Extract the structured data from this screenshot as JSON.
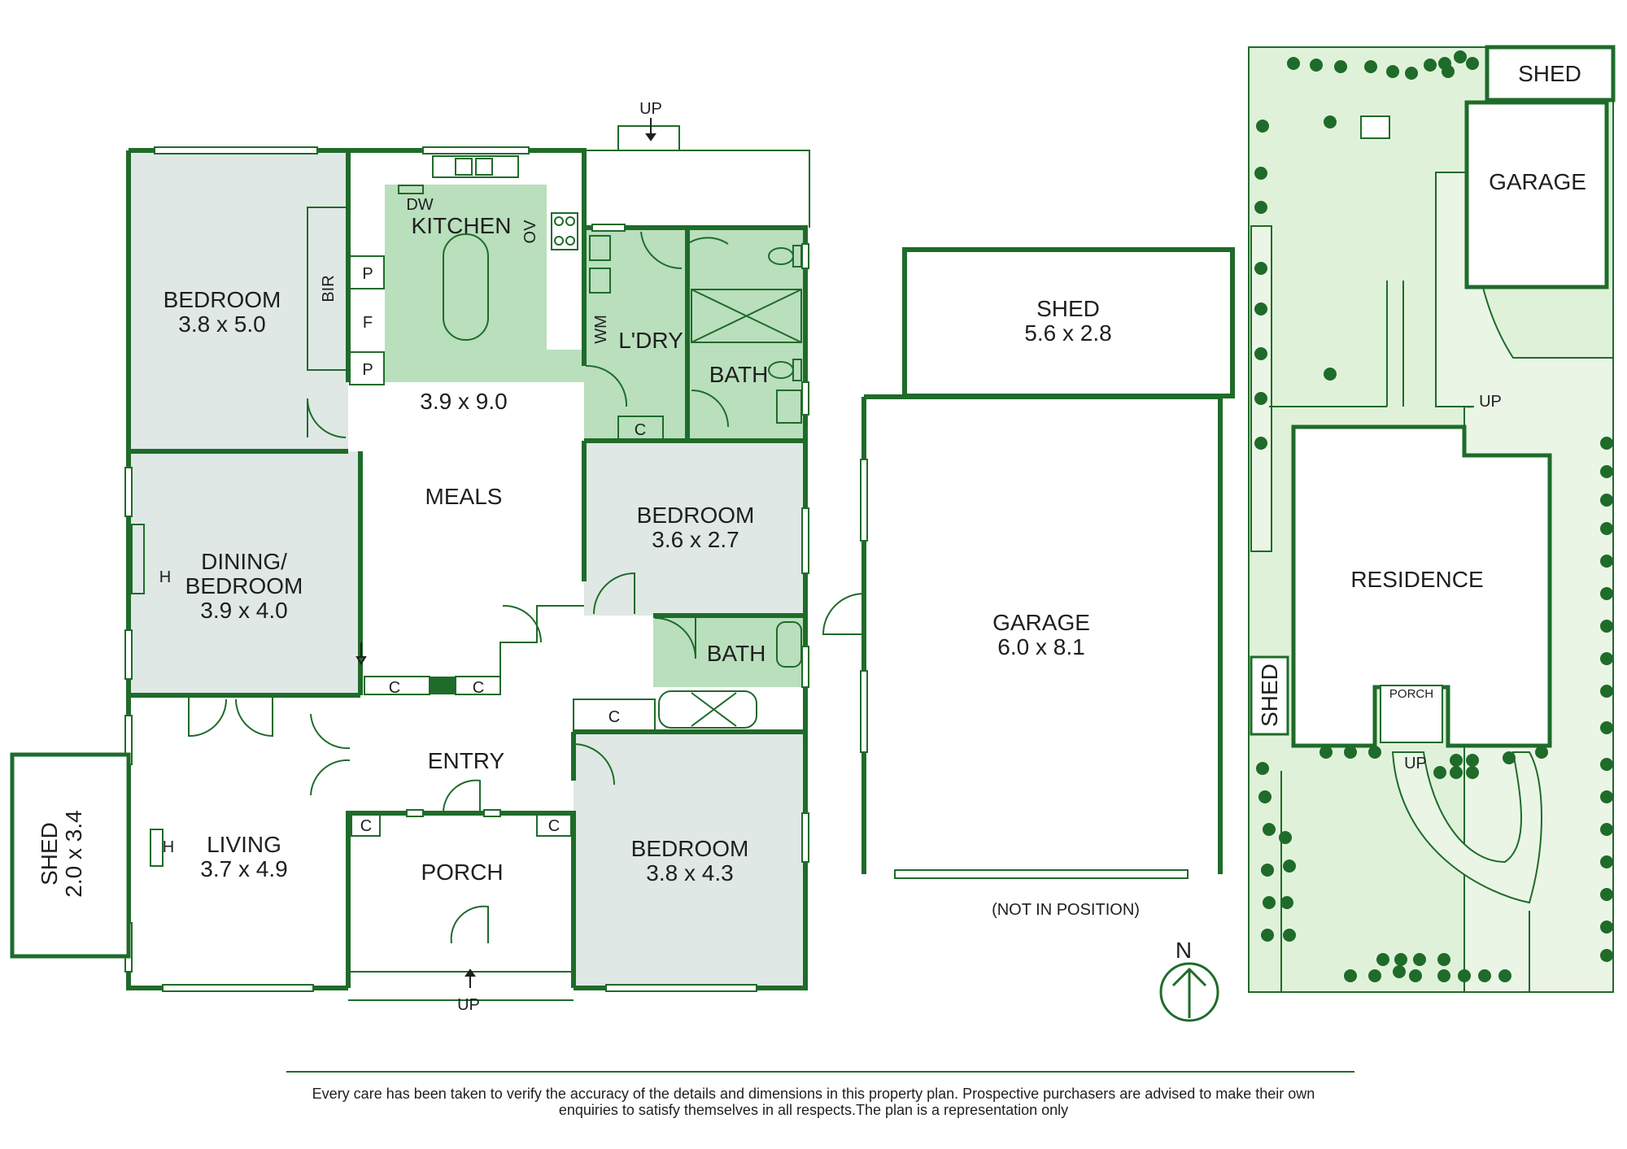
{
  "colors": {
    "wall": "#1f6b2a",
    "room_fill": "#dfe8e4",
    "wet_fill": "#b9dfbc",
    "site_fill": "#dff2d9",
    "tree": "#1f6b2a",
    "line": "#1f6b2a"
  },
  "rooms": {
    "bedroom1": {
      "name": "BEDROOM",
      "size": "3.8 x 5.0"
    },
    "kitchen": {
      "name": "KITCHEN",
      "dw": "DW",
      "ov": "OV",
      "bir": "BIR",
      "p1": "P",
      "p2": "P",
      "f": "F"
    },
    "meals": {
      "name": "MEALS",
      "size": "3.9 x 9.0"
    },
    "laundry": {
      "name": "L'DRY",
      "wm": "WM",
      "c": "C"
    },
    "bath1": {
      "name": "BATH"
    },
    "bedroom2": {
      "name": "BEDROOM",
      "size": "3.6 x 2.7"
    },
    "dining": {
      "name": "DINING/",
      "name2": "BEDROOM",
      "size": "3.9 x 4.0",
      "h": "H"
    },
    "bath2": {
      "name": "BATH"
    },
    "entry": {
      "name": "ENTRY"
    },
    "porch": {
      "name": "PORCH"
    },
    "living": {
      "name": "LIVING",
      "size": "3.7 x 4.9",
      "h": "H"
    },
    "bedroom3": {
      "name": "BEDROOM",
      "size": "3.8 x 4.3"
    },
    "closets": [
      "C",
      "C",
      "C",
      "C",
      "C"
    ],
    "shed_left": {
      "name": "SHED",
      "size": "2.0 x 3.4"
    }
  },
  "outbuildings": {
    "shed": {
      "name": "SHED",
      "size": "5.6 x 2.8"
    },
    "garage": {
      "name": "GARAGE",
      "size": "6.0 x 8.1"
    },
    "note": "(NOT IN POSITION)"
  },
  "site": {
    "shed_top": "SHED",
    "garage": "GARAGE",
    "residence": "RESIDENCE",
    "shed_side": "SHED",
    "porch": "PORCH",
    "up1": "UP",
    "up2": "UP"
  },
  "stairs": {
    "up_top": "UP",
    "up_bottom": "UP"
  },
  "compass": {
    "label": "N"
  },
  "disclaimer": {
    "line1": "Every care has been taken to verify the accuracy of the details and dimensions in this property plan. Prospective purchasers are advised to make their own",
    "line2": "enquiries to satisfy themselves in all respects.The plan is a representation only"
  }
}
